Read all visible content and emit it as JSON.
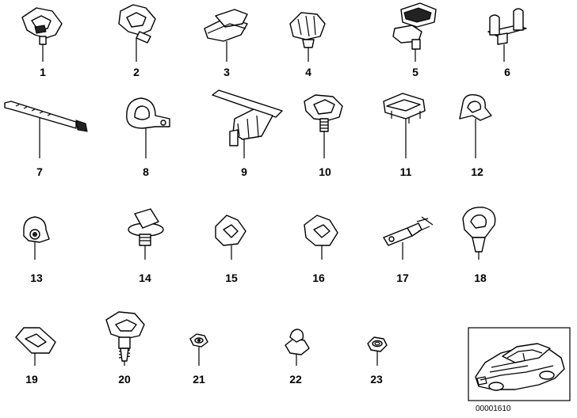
{
  "parts": [
    {
      "id": "1",
      "label": "1"
    },
    {
      "id": "2",
      "label": "2"
    },
    {
      "id": "3",
      "label": "3"
    },
    {
      "id": "4",
      "label": "4"
    },
    {
      "id": "5",
      "label": "5"
    },
    {
      "id": "6",
      "label": "6"
    },
    {
      "id": "7",
      "label": "7"
    },
    {
      "id": "8",
      "label": "8"
    },
    {
      "id": "9",
      "label": "9"
    },
    {
      "id": "10",
      "label": "10"
    },
    {
      "id": "11",
      "label": "11"
    },
    {
      "id": "12",
      "label": "12"
    },
    {
      "id": "13",
      "label": "13"
    },
    {
      "id": "14",
      "label": "14"
    },
    {
      "id": "15",
      "label": "15"
    },
    {
      "id": "16",
      "label": "16"
    },
    {
      "id": "17",
      "label": "17"
    },
    {
      "id": "18",
      "label": "18"
    },
    {
      "id": "19",
      "label": "19"
    },
    {
      "id": "20",
      "label": "20"
    },
    {
      "id": "21",
      "label": "21"
    },
    {
      "id": "22",
      "label": "22"
    },
    {
      "id": "23",
      "label": "23"
    }
  ],
  "diagram_code": "00001610"
}
